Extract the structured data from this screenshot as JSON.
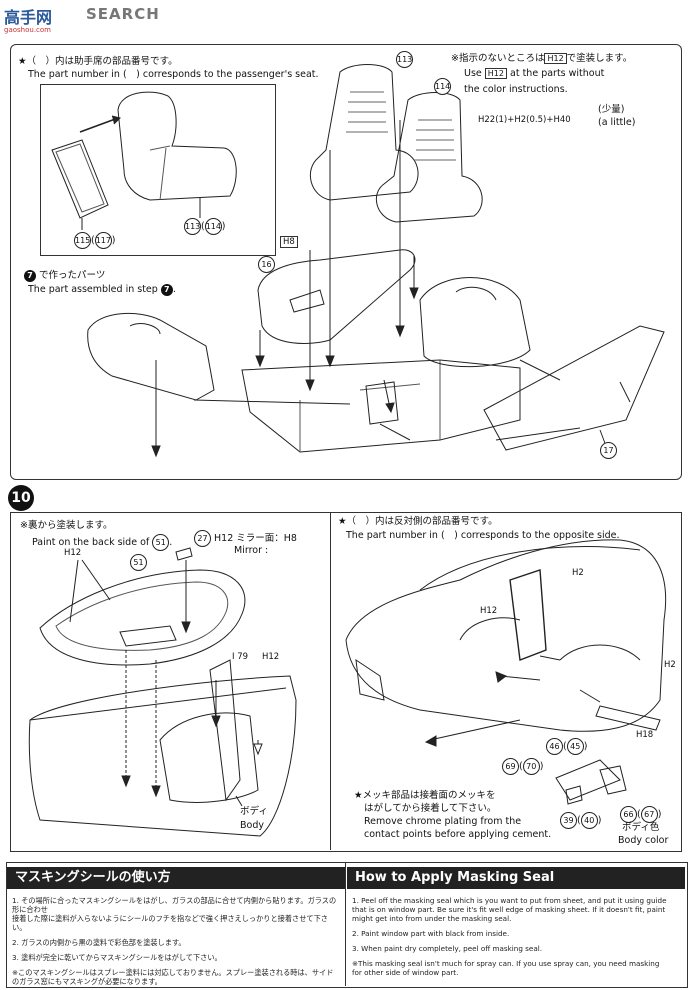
{
  "header": {
    "watermark_cn": "高手网",
    "watermark_site": "gaoshou.com",
    "brand": "SEARCH"
  },
  "step_top": {
    "note_cn": "★（　）内は助手席の部品番号です。",
    "note_en": "The part number in (　) corresponds to the passenger's seat.",
    "paint_note_cn": "※指示のないところは",
    "paint_note_color": "H12",
    "paint_note_cn_tail": "で塗装します。",
    "paint_note_en1": "Use",
    "paint_note_en2": "at the parts without",
    "paint_note_en3": "the color instructions.",
    "mix_formula": "H22(1)+H2(0.5)+H40",
    "mix_cn": "(少量)",
    "mix_en": "(a little)",
    "assembled_cn": "で作ったパーツ",
    "assembled_en": "The part assembled in step",
    "step_ref": "7",
    "color_h8": "H8",
    "parts": {
      "p113": "113",
      "p114": "114",
      "p113b": "113",
      "p114b": "114",
      "p115": "115",
      "p117": "117",
      "p16": "16",
      "p17": "17"
    }
  },
  "step10": {
    "number": "10",
    "back_cn": "※裏から塗装します。",
    "back_en": "Paint on the back side of",
    "back_part": "51",
    "h12a": "H12",
    "p51": "51",
    "p27": "27",
    "mirror_line": "H12 ミラー面：H8",
    "mirror_en": "Mirror :",
    "p79": "I 79",
    "h12b": "H12",
    "body_cn": "ボディ",
    "body_en": "Body",
    "opposite_cn": "★（　）内は反対側の部品番号です。",
    "opposite_en": "The part number in (　) corresponds to the opposite side.",
    "h2a": "H2",
    "h12c": "H12",
    "h2b": "H2",
    "h18": "H18",
    "p46": "46",
    "p45": "45",
    "p69": "69",
    "p70": "70",
    "p39": "39",
    "p40": "40",
    "p66": "66",
    "p67": "67",
    "body_color_cn": "ボディ色",
    "body_color_en": "Body color",
    "chrome_cn1": "★メッキ部品は接着面のメッキを",
    "chrome_cn2": "はがしてから接着して下さい。",
    "chrome_en1": "Remove chrome plating from the",
    "chrome_en2": "contact points before applying cement."
  },
  "masking": {
    "title_cn": "マスキングシールの使い方",
    "title_en": "How to Apply Masking Seal",
    "cn": [
      "1. その場所に合ったマスキングシールをはがし、ガラスの部品に合せて内側から貼ります。ガラスの形に合わせ",
      "   接着した際に塗料が入らないようにシールのフチを指などで強く押さえしっかりと接着させて下さい。",
      "2. ガラスの内側から黒の塗料で彩色部を塗装します。",
      "3. 塗料が完全に乾いてからマスキングシールをはがして下さい。",
      "※このマスキングシールはスプレー塗料には対応しておりません。スプレー塗装される時は、サイド",
      "  のガラス窓にもマスキングが必要になります。"
    ],
    "en": [
      "1. Peel off the masking seal which is you want to put from sheet, and put it using guide",
      "   that is on window part. Be sure it's fit well edge of masking sheet. If it doesn't fit, paint",
      "   might get into from under the masking seal.",
      "2. Paint window part with black from inside.",
      "3. When paint dry completely, peel off masking seal.",
      "※This masking seal isn't much for spray can. If you use spray can, you need masking",
      "  for other side of window part."
    ]
  }
}
